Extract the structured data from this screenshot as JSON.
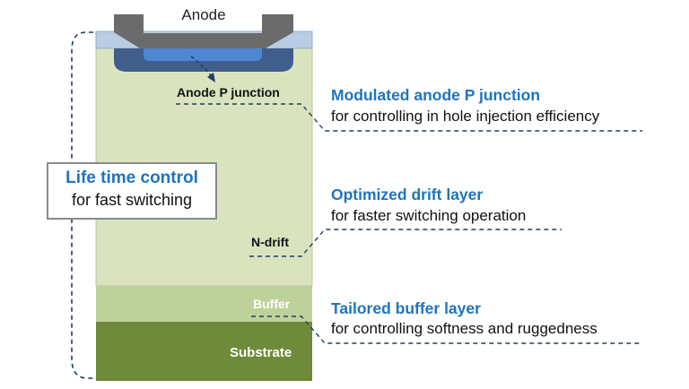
{
  "device": {
    "anode_label": "Anode",
    "anode_p_label": "Anode P junction",
    "ndrift_label": "N-drift",
    "buffer_label": "Buffer",
    "substrate_label": "Substrate"
  },
  "lifetime_box": {
    "title": "Life time control",
    "subtitle": "for fast switching"
  },
  "annotations": [
    {
      "title": "Modulated anode P junction",
      "subtitle": "for controlling in hole injection efficiency"
    },
    {
      "title": "Optimized drift layer",
      "subtitle": "for faster switching operation"
    },
    {
      "title": "Tailored buffer layer",
      "subtitle": "for controlling softness and ruggedness"
    }
  ],
  "colors": {
    "title_blue": "#1f74bd",
    "drift_fill": "#d9e4bf",
    "buffer_fill": "#bfd19b",
    "substrate_fill": "#6e8a3a",
    "metal_gray": "#6b6b6b",
    "oxide_blue": "#b8cde3",
    "p_region_dark": "#3f5e8c",
    "p_region_light": "#4f86d3",
    "dash_line": "#1e3f66"
  }
}
